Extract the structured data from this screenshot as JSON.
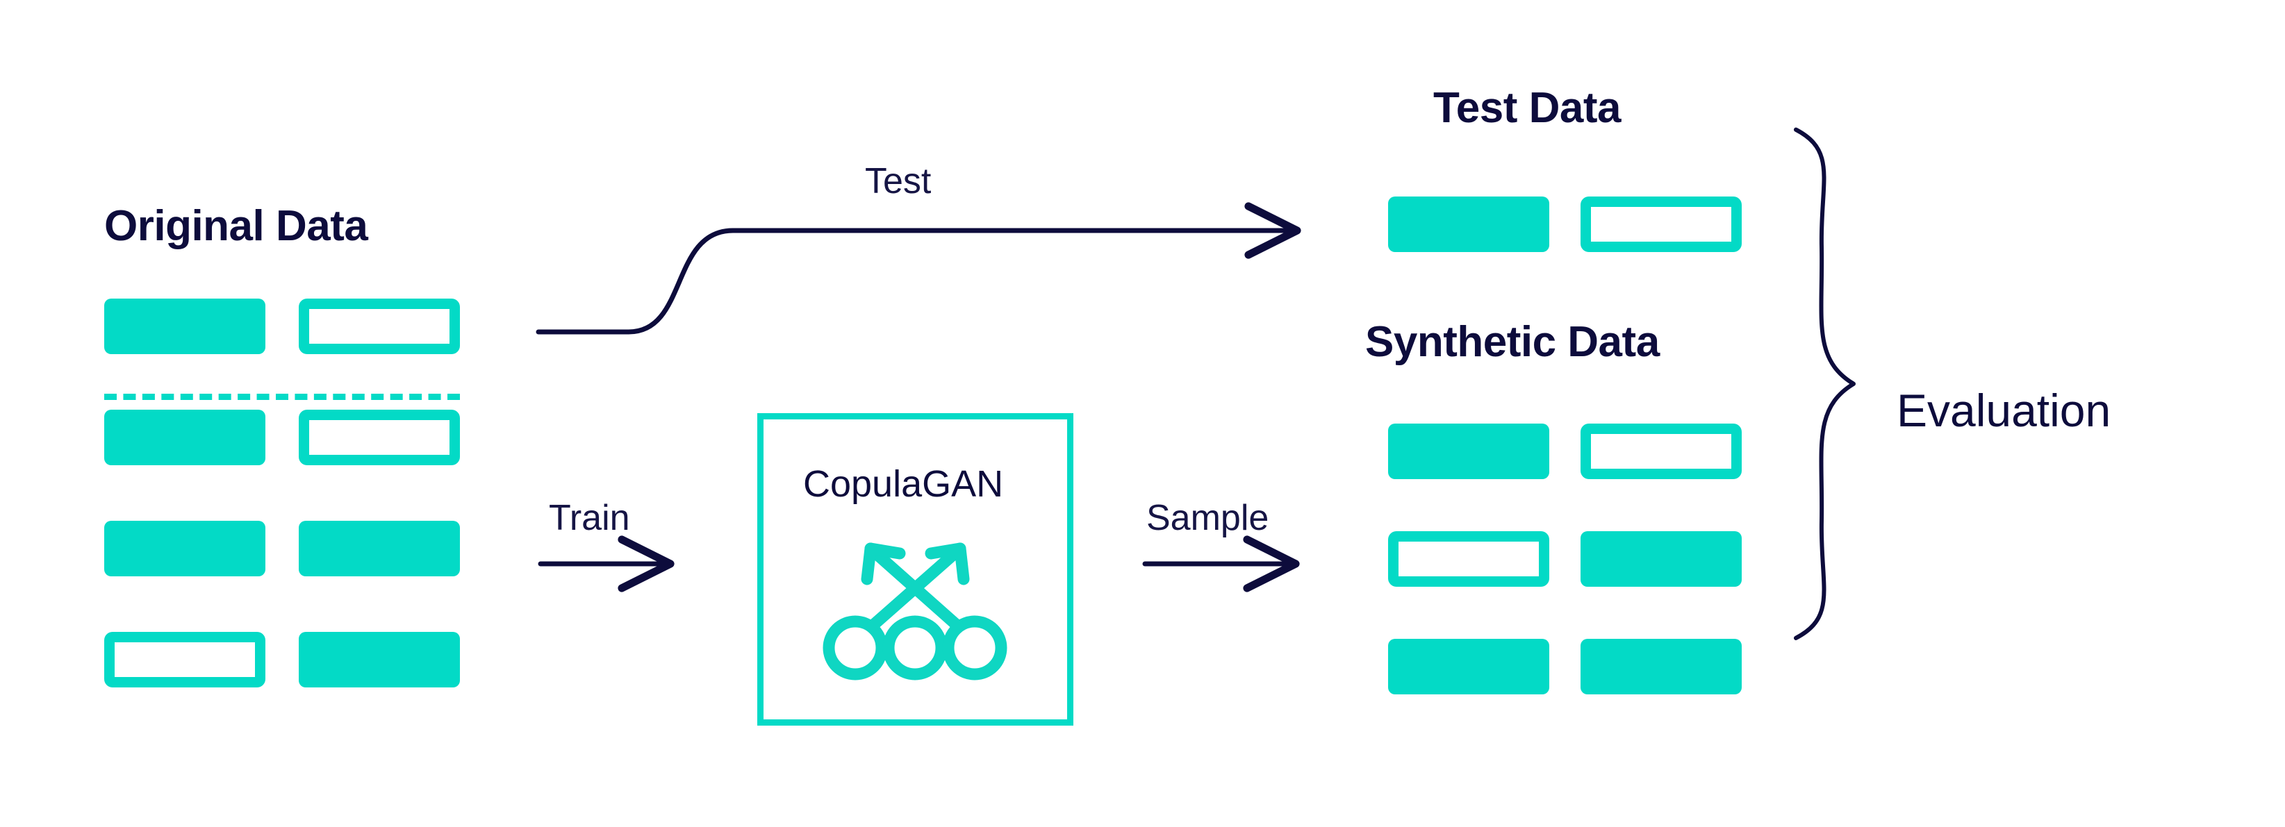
{
  "diagram": {
    "title": "CopulaGAN synthetic data generation and evaluation pipeline",
    "colors": {
      "accent_teal": "#03dac6",
      "navy": "#0d0c3c",
      "background": "#ffffff"
    }
  },
  "original_data": {
    "heading": "Original Data",
    "rows": [
      {
        "cells": [
          "filled",
          "outline"
        ]
      },
      {
        "cells": [
          "filled",
          "outline"
        ]
      },
      {
        "cells": [
          "filled",
          "filled"
        ]
      },
      {
        "cells": [
          "outline",
          "filled"
        ]
      }
    ],
    "split_after_row": 1,
    "split_style": "dashed"
  },
  "arrows": {
    "test": {
      "label": "Test",
      "style": "curved-s",
      "direction": "right"
    },
    "train": {
      "label": "Train",
      "style": "straight",
      "direction": "right"
    },
    "sample": {
      "label": "Sample",
      "style": "straight",
      "direction": "right"
    }
  },
  "model": {
    "name": "CopulaGAN",
    "icon": "crossed-arrows-three-nodes-icon"
  },
  "test_data": {
    "heading": "Test Data",
    "rows": [
      {
        "cells": [
          "filled",
          "outline"
        ]
      }
    ]
  },
  "synthetic_data": {
    "heading": "Synthetic Data",
    "rows": [
      {
        "cells": [
          "filled",
          "outline"
        ]
      },
      {
        "cells": [
          "outline",
          "filled"
        ]
      },
      {
        "cells": [
          "filled",
          "filled"
        ]
      }
    ]
  },
  "evaluation": {
    "label": "Evaluation",
    "brace": "right-curly-brace"
  }
}
